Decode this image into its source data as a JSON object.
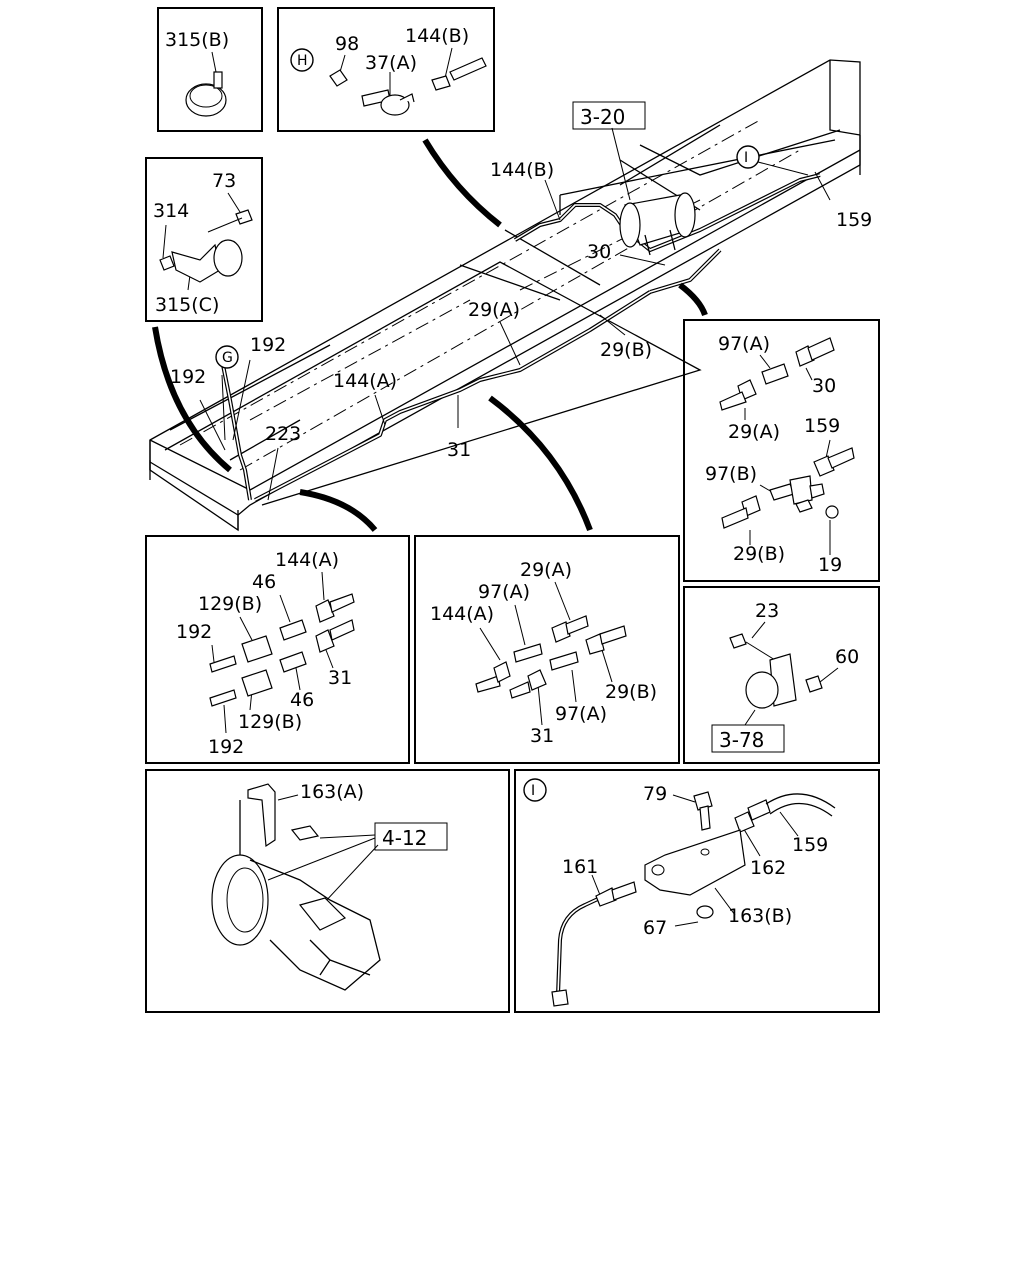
{
  "labels": {
    "l315b": "315(B)",
    "l98": "98",
    "l37a": "37(A)",
    "l144b_top": "144(B)",
    "circle_h": "H",
    "l73": "73",
    "l314": "314",
    "l315c": "315(C)",
    "ref_3_20": "3-20",
    "l144b_main": "144(B)",
    "circle_i_main": "I",
    "l159_main": "159",
    "l30_main": "30",
    "l29a_main": "29(A)",
    "l29b_main": "29(B)",
    "circle_g": "G",
    "l192_a": "192",
    "l192_b": "192",
    "l144a_main": "144(A)",
    "l223": "223",
    "l31_main": "31",
    "r_97a": "97(A)",
    "r_30": "30",
    "r_29a": "29(A)",
    "r_159": "159",
    "r_97b": "97(B)",
    "r_29b": "29(B)",
    "r_19": "19",
    "d1_144a": "144(A)",
    "d1_46a": "46",
    "d1_129b_a": "129(B)",
    "d1_192_a": "192",
    "d1_31": "31",
    "d1_46b": "46",
    "d1_129b_b": "129(B)",
    "d1_192_b": "192",
    "d2_29a": "29(A)",
    "d2_97a_top": "97(A)",
    "d2_144a": "144(A)",
    "d2_29b": "29(B)",
    "d2_97a_bot": "97(A)",
    "d2_31": "31",
    "d3_23": "23",
    "d3_60": "60",
    "ref_3_78": "3-78",
    "b1_163a": "163(A)",
    "ref_4_12": "4-12",
    "circle_i_detail": "I",
    "b2_79": "79",
    "b2_159": "159",
    "b2_161": "161",
    "b2_162": "162",
    "b2_163b": "163(B)",
    "b2_67": "67"
  }
}
